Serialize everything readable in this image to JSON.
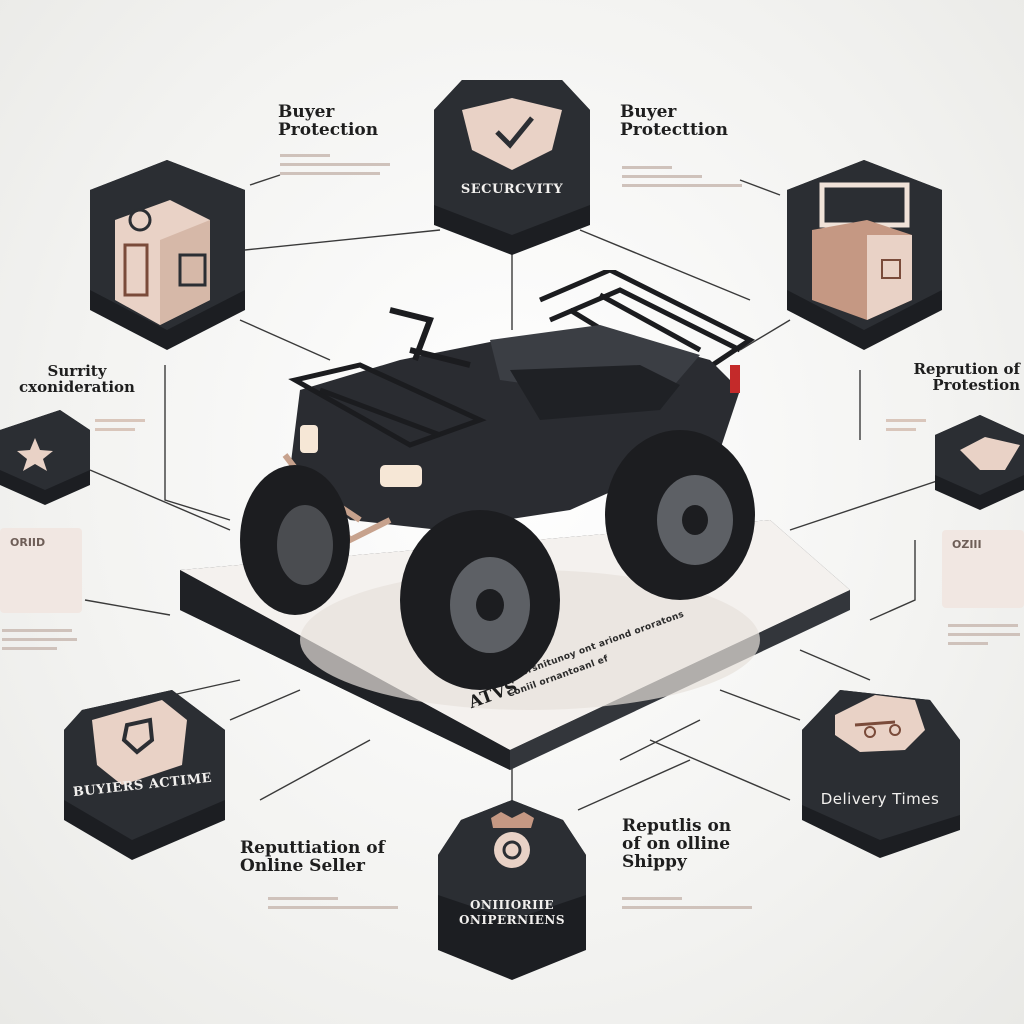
{
  "labels": {
    "top_left": {
      "line1": "Buyer",
      "line2": "Protection"
    },
    "top_right": {
      "line1": "Buyer",
      "line2": "Protecttion"
    },
    "mid_left": {
      "line1": "Surrity",
      "line2": "cxonideration"
    },
    "mid_right": {
      "line1": "Reprution of",
      "line2": "Protestion"
    },
    "bottom_left": {
      "line1": "Reputtiation of",
      "line2": "Online Seller"
    },
    "bottom_right": {
      "line1": "Reputlis on",
      "line2": "of  on olline",
      "line3": "Shippy"
    }
  },
  "hex_labels": {
    "security": "SECURCVITY",
    "buyers_active": "BUYIERS ACTIME",
    "delivery": "Delivery  Times",
    "online": {
      "line1": "ONIIIORIIE",
      "line2": "ONIPERNIENS"
    }
  },
  "cards": {
    "left": "ORIID",
    "right": "OZIII"
  },
  "platform": {
    "title": "ATVS",
    "subtitle_line1": "Coniil ornantoanl ef",
    "subtitle_line2": "Porsnitunoy ont ariond ororatons"
  },
  "icons": {
    "top_left": "money-box-icon",
    "top_center": "shield-check-icon",
    "top_right": "open-box-icon",
    "mid_left": "star-icon",
    "mid_right": "handshake-icon",
    "bottom_left": "shield-icon",
    "bottom_center": "badge-icon",
    "bottom_right": "delivery-badge-icon"
  },
  "colors": {
    "hex_dark": "#2b2e33",
    "hex_side": "#1c1e22",
    "accent_beige": "#e9d2c6",
    "accent_brown": "#7a4b3a",
    "background": "#f3f3f1"
  }
}
